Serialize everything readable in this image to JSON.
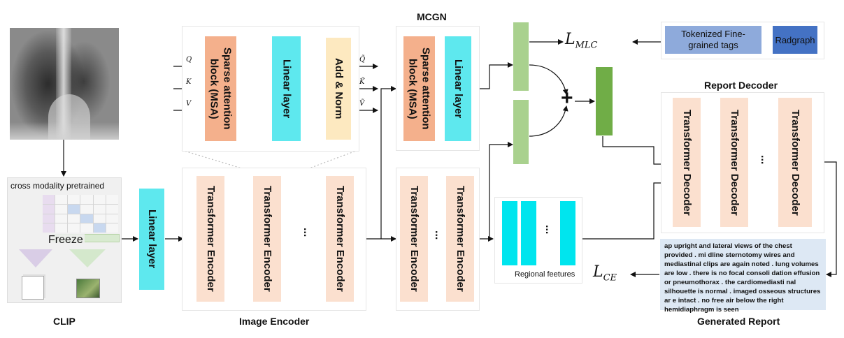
{
  "clip": {
    "caption": "CLIP",
    "overlay_title": "cross modality pretrained",
    "freeze_label": "Freeze"
  },
  "linear_layer_label": "Linear layer",
  "image_encoder": {
    "caption": "Image  Encoder",
    "block_label": "Transformer Encoder",
    "ellipsis": "..."
  },
  "sparse_block": {
    "msa_label": "Sparse attention block (MSA)",
    "linear_label": "Linear layer",
    "addnorm_label": "Add & Norm",
    "inputs": [
      "Q",
      "K",
      "V"
    ],
    "outputs": [
      "Q̃",
      "K̃",
      "Ṽ"
    ]
  },
  "mcgn": {
    "title": "MCGN",
    "msa_label": "Sparse attention block (MSA)",
    "linear_label": "Linear layer",
    "block_label": "Transformer Encoder",
    "ellipsis": "..."
  },
  "regional": {
    "caption": "Regional feetures",
    "ellipsis": "..."
  },
  "plus_symbol": "+",
  "mlc": {
    "loss_letter": "L",
    "loss_sub": "MLC",
    "tags_label": "Tokenized Fine-grained tags",
    "radgraph_label": "Radgraph"
  },
  "decoder": {
    "title": "Report Decoder",
    "block_label": "Transformer Decoder",
    "ellipsis": "..."
  },
  "ce": {
    "loss_letter": "L",
    "loss_sub": "CE"
  },
  "report": {
    "caption": "Generated Report",
    "text": "ap upright and lateral views of the chest provided . mi dline sternotomy wires and mediastinal clips are again noted . lung volumes are low . there is no focal consoli dation effusion or pneumothorax . the cardiomediasti nal silhouette is normal . imaged osseous structures ar e intact . no free air below the right hemidiaphragm is seen"
  },
  "colors": {
    "transformer": "#fbe0cf",
    "linear": "#5ee8ee",
    "msa": "#f4b08c",
    "addnorm": "#fde9c0",
    "green_light": "#a9d18e",
    "green_dark": "#70ad47",
    "regional": "#00e5ee",
    "tags": "#8eaadb",
    "radgraph": "#4472c4",
    "report_bg": "#dde8f4"
  }
}
